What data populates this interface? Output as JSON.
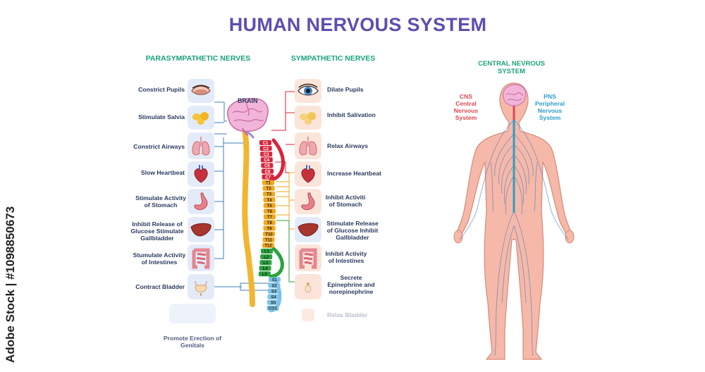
{
  "title": "HUMAN NERVOUS SYSTEM",
  "parasympathetic": {
    "heading": "PARASYMPATHETIC NERVES",
    "items": [
      {
        "label": "Constrict Pupils"
      },
      {
        "label": "Stimulate Salvia"
      },
      {
        "label": "Constrict Airways"
      },
      {
        "label": "Slow Heartbeat"
      },
      {
        "label": "Stimulate Activity of Stomach"
      },
      {
        "label": "Inhibit Release of Glucose Stimulate Gallbladder"
      },
      {
        "label": "Stumulate Activity of Intestines"
      },
      {
        "label": "Contract Bladder"
      },
      {
        "label": "Promote Erection of Genitals"
      }
    ]
  },
  "sympathetic": {
    "heading": "SYMPATHETIC NERVES",
    "items": [
      {
        "label": "Dilate Pupils"
      },
      {
        "label": "Inhibit Salivation"
      },
      {
        "label": "Relax Airways"
      },
      {
        "label": "Increase Heartbeat"
      },
      {
        "label": "Inhibit Activiti of Stomach"
      },
      {
        "label": "Stimulate Release of Glucose Inhibit Gallbladder"
      },
      {
        "label": "Inhibit Activity of Intestines"
      },
      {
        "label": "Secrete Epinephrine and norepinephrine"
      },
      {
        "label": "Relax Bladder"
      }
    ]
  },
  "brain_label": "BRAIN",
  "vertebrae": [
    "C1",
    "C2",
    "C3",
    "C4",
    "C5",
    "C6",
    "C7",
    "T1",
    "T2",
    "T3",
    "T4",
    "T5",
    "T6",
    "T7",
    "T8",
    "T9",
    "T10",
    "T11",
    "T12",
    "L1",
    "L2",
    "L3",
    "L4",
    "L5",
    "S1",
    "S2",
    "S3",
    "S4",
    "S5",
    "CO1"
  ],
  "vertebra_colors": {
    "cervical": "#d9233a",
    "thoracic": "#f2a71b",
    "lumbar": "#28a33c",
    "sacral": "#7cc3ea"
  },
  "central": {
    "heading": "CENTRAL NEVROUS SYSTEM",
    "cns": {
      "abbr": "CNS",
      "text": "Central Nervous System",
      "color": "#d94a55"
    },
    "pns": {
      "abbr": "PNS",
      "text": "Peripheral Nervous System",
      "color": "#2a9fc9"
    }
  },
  "credit": "Adobe Stock | #1098850673"
}
